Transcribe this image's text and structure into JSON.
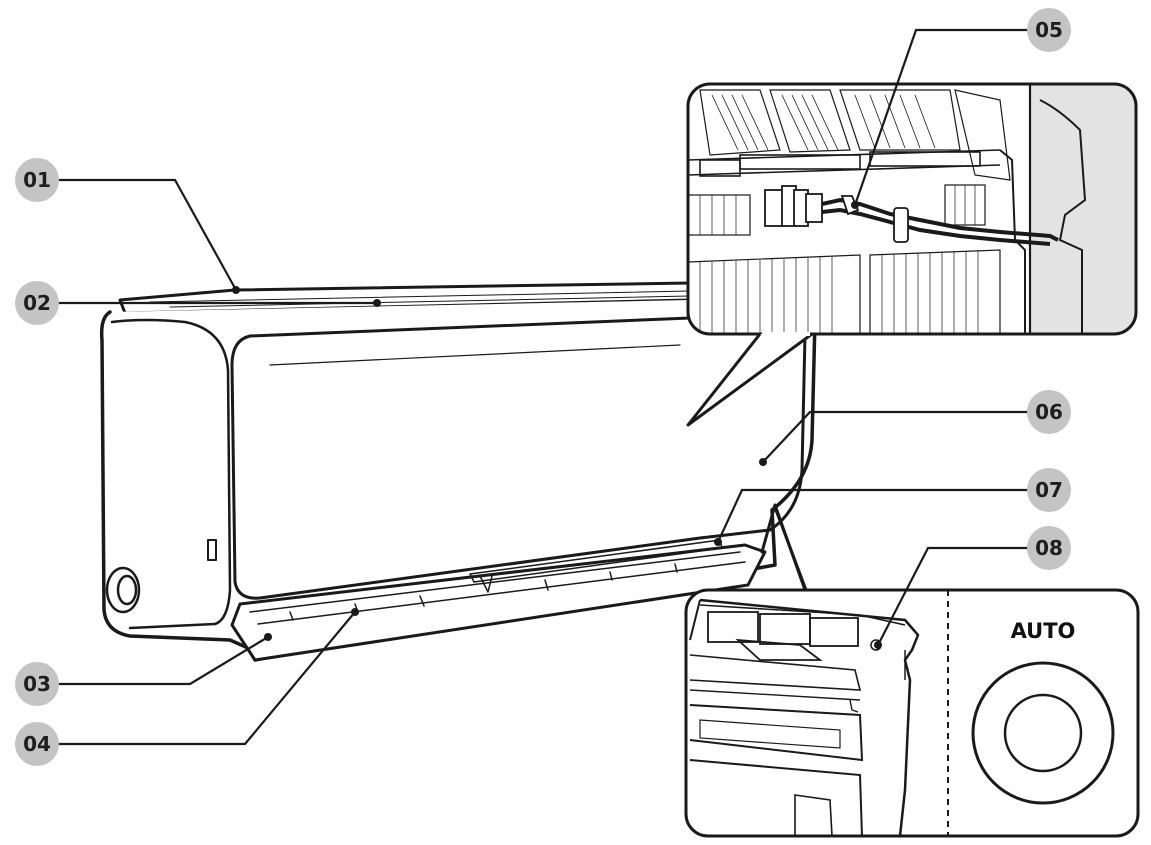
{
  "callouts": [
    {
      "id": "01",
      "label": "01"
    },
    {
      "id": "02",
      "label": "02"
    },
    {
      "id": "03",
      "label": "03"
    },
    {
      "id": "04",
      "label": "04"
    },
    {
      "id": "05",
      "label": "05"
    },
    {
      "id": "06",
      "label": "06"
    },
    {
      "id": "07",
      "label": "07"
    },
    {
      "id": "08",
      "label": "08"
    }
  ],
  "auto_button": {
    "label": "AUTO"
  },
  "colors": {
    "stroke": "#1a1a1a",
    "callout_fill": "#c4c4c4",
    "background": "#ffffff",
    "inset_shade": "#e3e3e3"
  }
}
